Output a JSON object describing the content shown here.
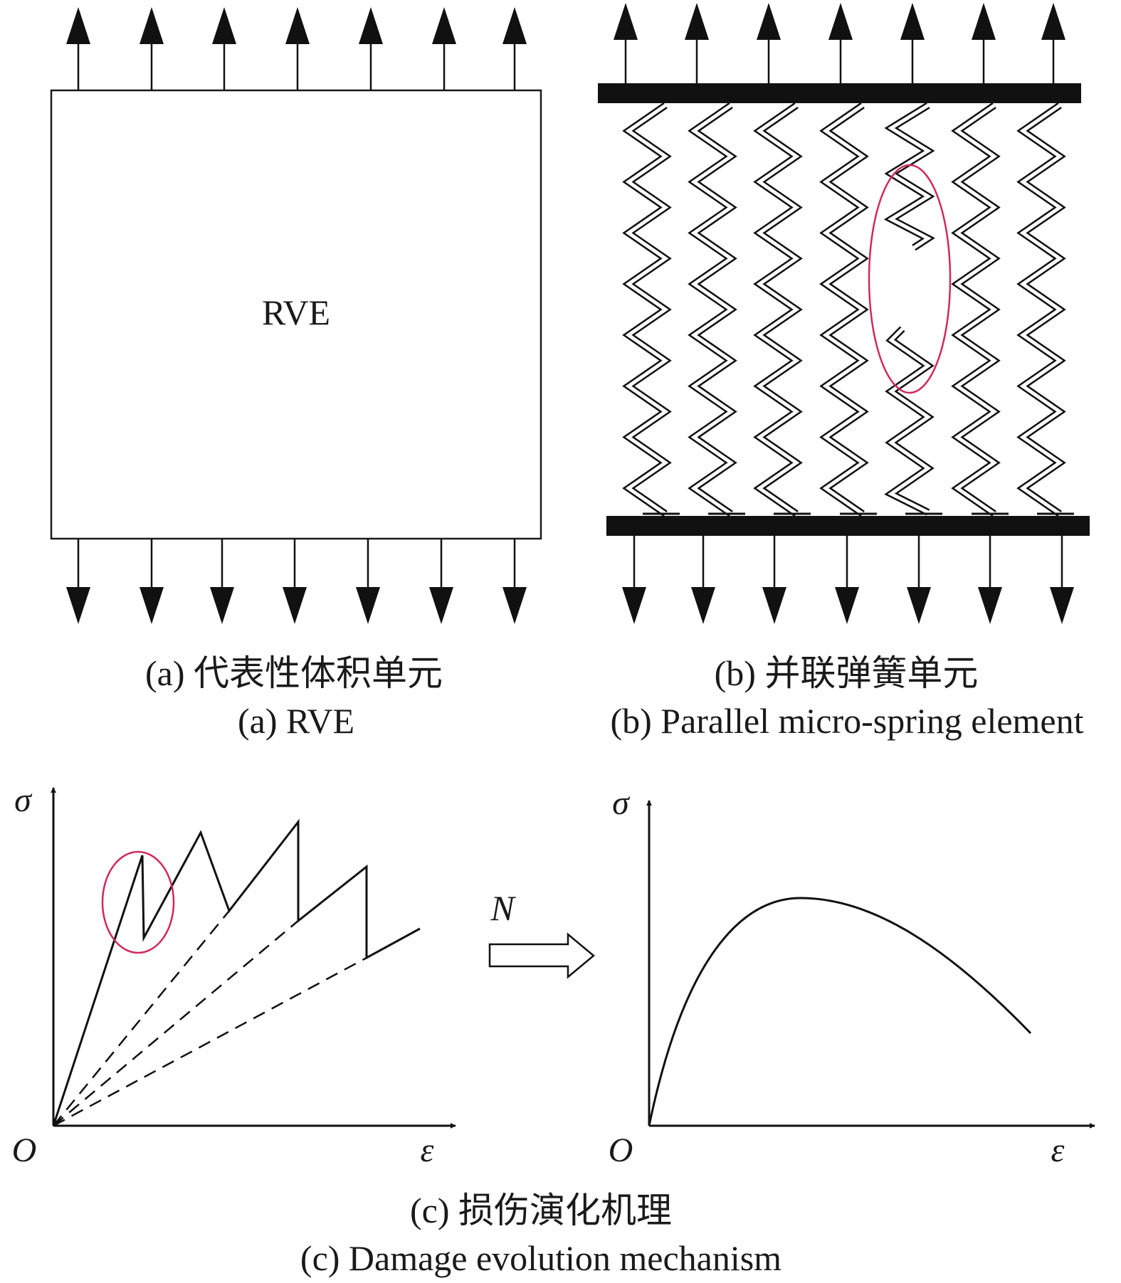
{
  "panel_a": {
    "box_label": "RVE",
    "caption_cn": "(a) 代表性体积单元",
    "caption_en": "(a) RVE"
  },
  "panel_b": {
    "caption_cn": "(b) 并联弹簧单元",
    "caption_en": "(b) Parallel micro-spring element",
    "highlight_color": "#d02a5a"
  },
  "panel_c": {
    "caption_cn": "(c) 损伤演化机理",
    "caption_en": "(c) Damage evolution mechanism",
    "left_plot": {
      "y_label": "σ",
      "x_label": "ε",
      "origin_label": "O"
    },
    "arrow_label": "N",
    "right_plot": {
      "y_label": "σ",
      "x_label": "ε",
      "origin_label": "O"
    },
    "highlight_color": "#d02a5a"
  }
}
